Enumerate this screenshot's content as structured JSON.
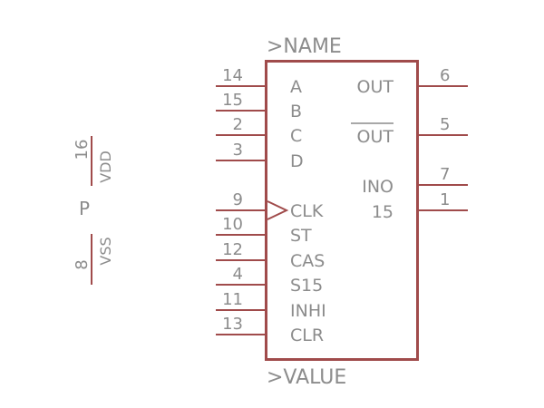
{
  "component": {
    "name": ">NAME",
    "value": ">VALUE"
  },
  "left_pins": [
    {
      "number": "14",
      "label": "A"
    },
    {
      "number": "15",
      "label": "B"
    },
    {
      "number": "2",
      "label": "C"
    },
    {
      "number": "3",
      "label": "D"
    },
    {
      "number": "9",
      "label": "CLK"
    },
    {
      "number": "10",
      "label": "ST"
    },
    {
      "number": "12",
      "label": "CAS"
    },
    {
      "number": "4",
      "label": "S15"
    },
    {
      "number": "11",
      "label": "INHI"
    },
    {
      "number": "13",
      "label": "CLR"
    }
  ],
  "right_pins": [
    {
      "number": "6",
      "label": "OUT"
    },
    {
      "number": "5",
      "label": "OUT"
    },
    {
      "number": "7",
      "label": "INO"
    },
    {
      "number": "1",
      "label": "15"
    }
  ],
  "power": {
    "part_label": "P",
    "vdd": {
      "number": "16",
      "label": "VDD"
    },
    "vss": {
      "number": "8",
      "label": "VSS"
    }
  },
  "colors": {
    "symbol": "#a04b4b",
    "text": "#8c8c8c",
    "background": "#ffffff"
  }
}
